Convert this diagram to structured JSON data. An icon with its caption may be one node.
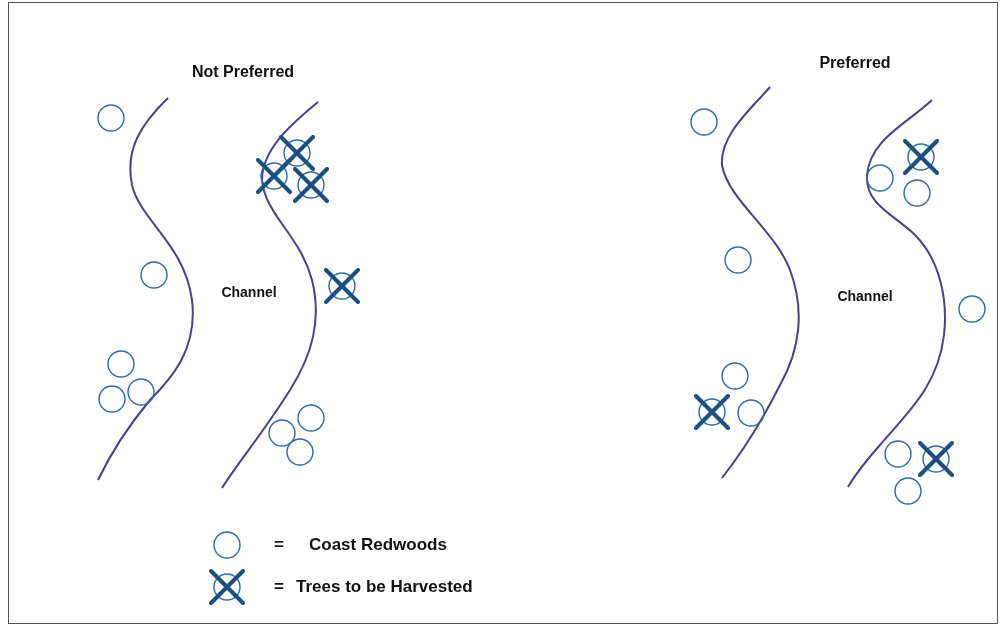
{
  "diagram": {
    "labels": [
      "Not Preferred",
      "Preferred",
      "Channel",
      "Channel",
      "=",
      "="
    ],
    "legend": [
      {
        "text": "Coast Redwoods"
      },
      {
        "text": "Trees to be Harvested"
      }
    ]
  }
}
